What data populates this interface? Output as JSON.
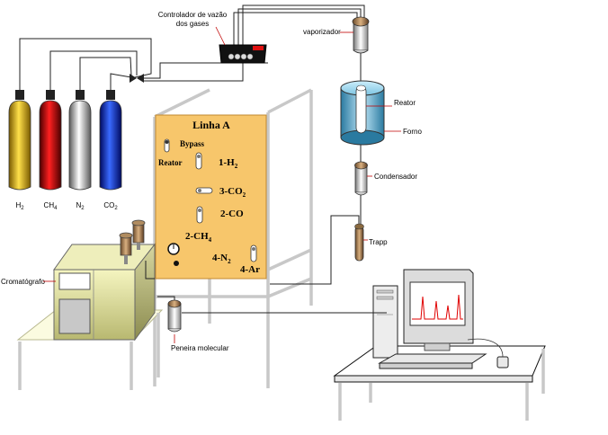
{
  "labels": {
    "controller": [
      "Controlador de vazão",
      "dos gases"
    ],
    "vaporizer": "vaporizador",
    "reactor": "Reator",
    "furnace": "Forno",
    "condenser": "Condensador",
    "trap": "Trapp",
    "chromatograph": "Cromatógrafo",
    "molecular_sieve": "Peneira molecular"
  },
  "cylinders": [
    {
      "base": "H",
      "sub": "2",
      "color": "#f0c400"
    },
    {
      "base": "CH",
      "sub": "4",
      "color": "#e00000"
    },
    {
      "base": "N",
      "sub": "2",
      "color": "#bdbdbd"
    },
    {
      "base": "CO",
      "sub": "2",
      "color": "#1a3cff"
    }
  ],
  "panel": {
    "title": "Linha A",
    "bypass": "Bypass",
    "reator": "Reator",
    "v1": {
      "base": "1-H",
      "sub": "2"
    },
    "v3": {
      "base": "3-CO",
      "sub": "2"
    },
    "v2": {
      "base": "2-CO",
      "sub": ""
    },
    "v2b": {
      "base": "2-CH",
      "sub": "4"
    },
    "v4": {
      "base": "4-N",
      "sub": "2"
    },
    "v4b": {
      "base": "4-Ar",
      "sub": ""
    },
    "color": "#f7c66b"
  }
}
